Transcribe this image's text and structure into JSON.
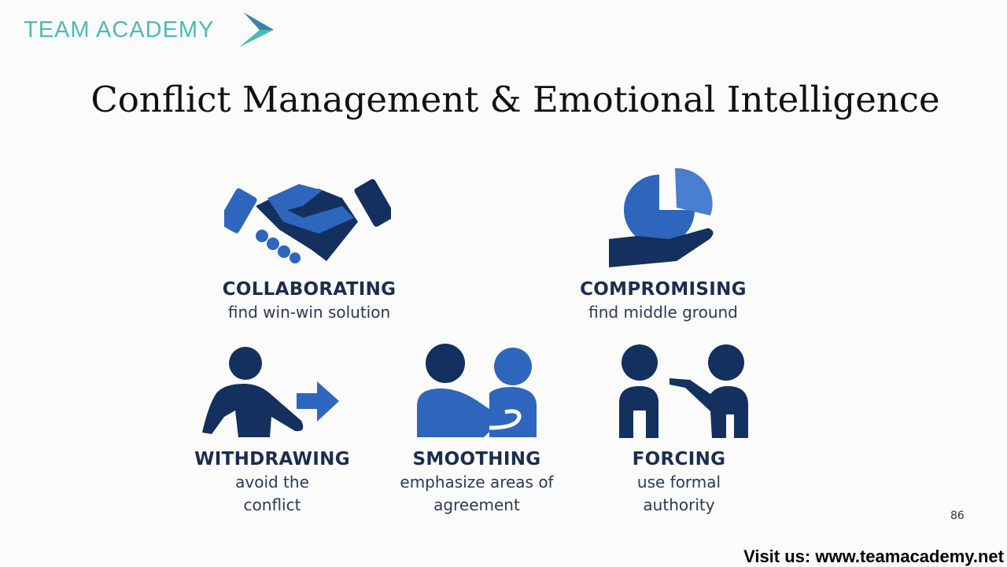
{
  "logo": {
    "text": "TEAM ACADEMY"
  },
  "title": "Conflict Management & Emotional Intelligence",
  "styles": [
    {
      "name": "COLLABORATING",
      "desc": "find win-win solution",
      "icon": "handshake-icon"
    },
    {
      "name": "COMPROMISING",
      "desc": "find middle ground",
      "icon": "pie-chart-hand-icon"
    },
    {
      "name": "WITHDRAWING",
      "desc": "avoid the conflict",
      "icon": "person-walk-away-icon"
    },
    {
      "name": "SMOOTHING",
      "desc": "emphasize areas of agreement",
      "icon": "two-people-embrace-icon"
    },
    {
      "name": "FORCING",
      "desc": "use formal authority",
      "icon": "person-pointing-icon"
    }
  ],
  "page_number": "86",
  "footer": "Visit us: www.teamacademy.net",
  "colors": {
    "navy": "#13305e",
    "blue": "#2f66bd",
    "teal": "#4bbcb3"
  }
}
